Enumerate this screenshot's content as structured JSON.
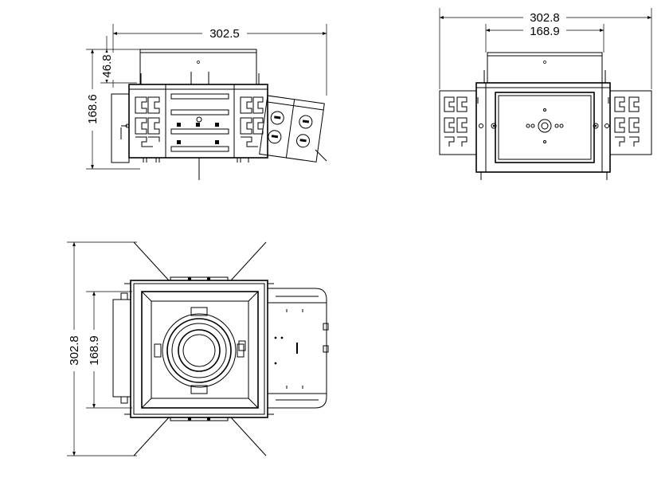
{
  "views": {
    "side": {
      "width_label": "302.5",
      "height_label": "168.6",
      "top_height_label": "46.8"
    },
    "front": {
      "outer_width_label": "302.8",
      "inner_width_label": "168.9"
    },
    "plan": {
      "outer_height_label": "302.8",
      "inner_height_label": "168.9"
    }
  }
}
